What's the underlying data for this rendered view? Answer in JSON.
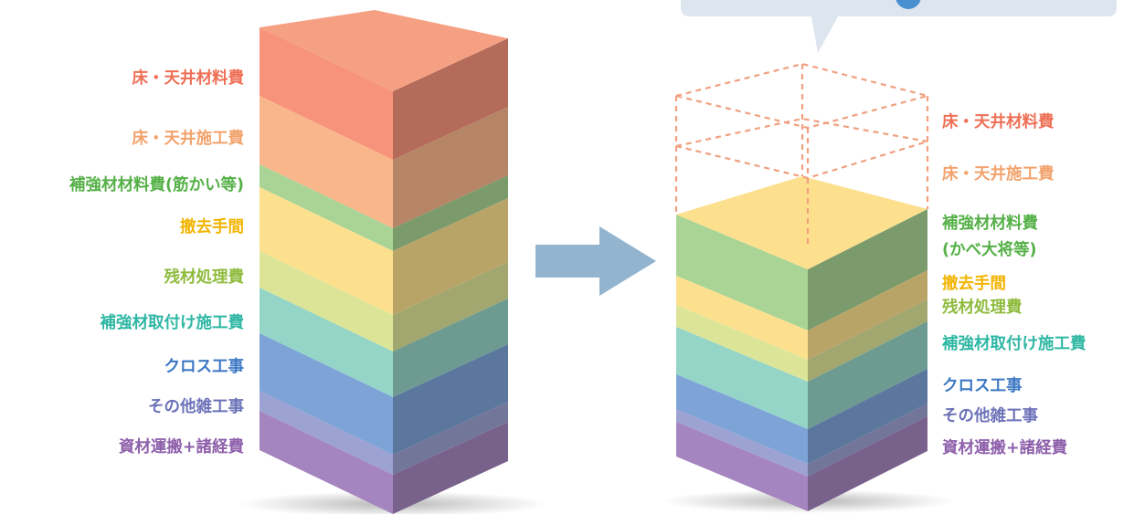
{
  "palette": {
    "floor_material": "#f7937a",
    "floor_work": "#f9b68a",
    "reinforce_material": "#a9d495",
    "removal": "#fde08e",
    "waste": "#dce597",
    "reinforce_install": "#95d5c8",
    "cross": "#7da3d7",
    "misc": "#9ca2d2",
    "transport": "#a585bf",
    "arrow": "#93b4cf",
    "callout": "#dde5ef",
    "dashed": "#f0a07f"
  },
  "before": {
    "labels": [
      {
        "text": "床・天井材料費",
        "color": "#ef6f55"
      },
      {
        "text": "床・天井施工費",
        "color": "#f2a36c"
      },
      {
        "text": "補強材材料費(筋かい等)",
        "color": "#55b047"
      },
      {
        "text": "撤去手間",
        "color": "#f2b400"
      },
      {
        "text": "残材処理費",
        "color": "#8fbb3d"
      },
      {
        "text": "補強材取付け施工費",
        "color": "#2fb7a4"
      },
      {
        "text": "クロス工事",
        "color": "#3d78c4"
      },
      {
        "text": "その他雑工事",
        "color": "#6b72b8"
      },
      {
        "text": "資材運搬+諸経費",
        "color": "#8e5fab"
      }
    ]
  },
  "after": {
    "labels": [
      {
        "text": "床・天井材料費",
        "color": "#ef6f55"
      },
      {
        "text": "床・天井施工費",
        "color": "#f2a36c"
      },
      {
        "text": "補強材材料費",
        "color": "#55b047"
      },
      {
        "text": "(かべ大将等)",
        "color": "#55b047"
      },
      {
        "text": "撤去手間",
        "color": "#f2b400"
      },
      {
        "text": "残材処理費",
        "color": "#8fbb3d"
      },
      {
        "text": "補強材取付け施工費",
        "color": "#2fb7a4"
      },
      {
        "text": "クロス工事",
        "color": "#3d78c4"
      },
      {
        "text": "その他雑工事",
        "color": "#6b72b8"
      },
      {
        "text": "資材運搬+諸経費",
        "color": "#8e5fab"
      }
    ]
  }
}
